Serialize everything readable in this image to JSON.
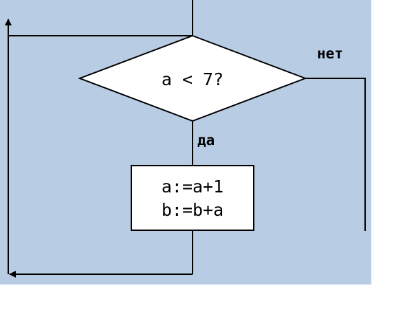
{
  "colors": {
    "background": "#b8cce4",
    "page": "#ffffff",
    "line": "#000000",
    "shape_fill": "#ffffff"
  },
  "decision": {
    "condition": "a < 7?"
  },
  "branches": {
    "no_label": "нет",
    "yes_label": "да"
  },
  "process": {
    "line1": "a:=a+1",
    "line2": "b:=b+a"
  }
}
